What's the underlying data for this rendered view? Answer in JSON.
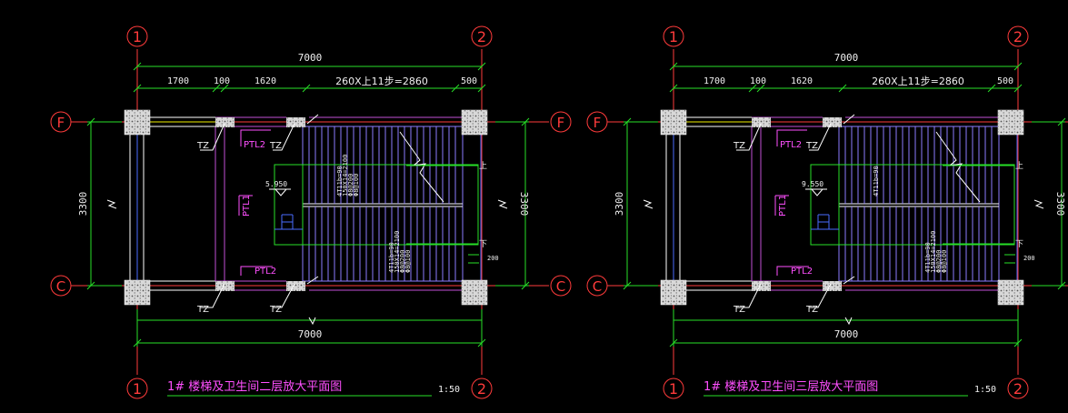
{
  "colors": {
    "bg": "#000000",
    "axis": "#ff3b3b",
    "dim": "#27e027",
    "wall": "#c24fd6",
    "stair": "#8c7cff",
    "label": "#ff4fff",
    "white": "#ffffff",
    "text": "#f0f0f0",
    "yellow": "#f0f000",
    "blue": "#4a6cff",
    "cyan": "#6ec8ff"
  },
  "plans": [
    {
      "axis_bubbles": {
        "top_left": "1",
        "top_right": "2",
        "bottom_left": "1",
        "bottom_right": "2",
        "left_top": "F",
        "left_bottom": "C",
        "right_top": "F",
        "right_bottom": "C"
      },
      "dim_total_top": "7000",
      "dim_segments": [
        "1700",
        "100",
        "1620",
        "260X上11步=2860",
        "500"
      ],
      "dim_left": "3300",
      "dim_right": "3300",
      "dim_total_bottom": "7000",
      "column_labels": [
        "TZ",
        "TZ",
        "TZ",
        "TZ"
      ],
      "beam_labels": {
        "ptl2_top": "PTL2",
        "ptl1": "PTL1",
        "ptl2_bottom": "PTL2"
      },
      "level": "5.950",
      "stair_up": "上",
      "stair_down": "下",
      "dim_200": "200",
      "rebar_top": [
        "4T11b=90",
        "150X14=2100",
        "Φ8@200",
        "Φ8@100"
      ],
      "rebar_bottom": [
        "4T11b=90",
        "150X14=2100",
        "Φ8@200",
        "Φ8@100"
      ],
      "title": "1# 楼梯及卫生间二层放大平面图",
      "scale": "1:50"
    },
    {
      "axis_bubbles": {
        "top_left": "1",
        "top_right": "2",
        "bottom_left": "1",
        "bottom_right": "2",
        "left_top": "F",
        "left_bottom": "C",
        "right_top": "F",
        "right_bottom": "C"
      },
      "dim_total_top": "7000",
      "dim_segments": [
        "1700",
        "100",
        "1620",
        "260X上11步=2860",
        "500"
      ],
      "dim_left": "3300",
      "dim_right": "3300",
      "dim_total_bottom": "7000",
      "column_labels": [
        "TZ",
        "TZ",
        "TZ",
        "TZ"
      ],
      "beam_labels": {
        "ptl2_top": "PTL2",
        "ptl1": "PTL1",
        "ptl2_bottom": "PTL2"
      },
      "level": "9.550",
      "stair_up": "上",
      "stair_down": "下",
      "dim_200": "200",
      "rebar_top": [
        "4T11b=90"
      ],
      "rebar_bottom": [
        "4T11b=90",
        "150X14=2100",
        "Φ8@200",
        "Φ8@100"
      ],
      "title": "1# 楼梯及卫生间三层放大平面图",
      "scale": "1:50"
    }
  ]
}
